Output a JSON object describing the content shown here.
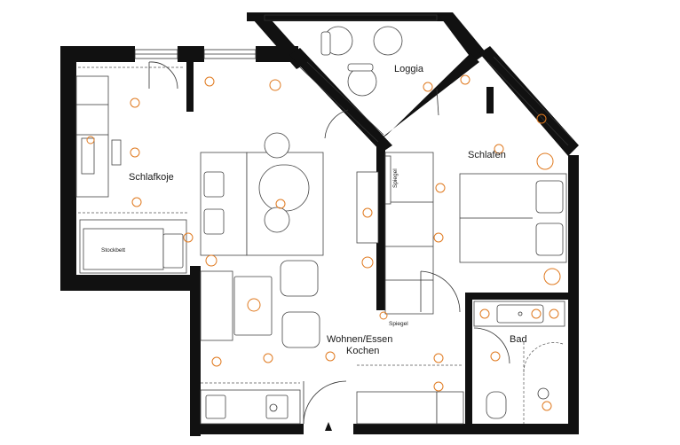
{
  "rooms": {
    "loggia": "Loggia",
    "schlafen": "Schlafen",
    "schlafkoje": "Schlafkoje",
    "wohnen_line1": "Wohnen/Essen",
    "wohnen_line2": "Kochen",
    "bad": "Bad"
  },
  "furniture_labels": {
    "stockbett": "Stockbett",
    "spiegel_1": "Spiegel",
    "spiegel_2": "Spiegel"
  },
  "colors": {
    "walls": "#111111",
    "electrical": "#e07a20",
    "lines": "#333333"
  },
  "icons": {
    "socket": "socket-icon",
    "light": "ceiling-light-icon",
    "switch": "switch-icon",
    "entry": "entry-arrow-icon"
  }
}
